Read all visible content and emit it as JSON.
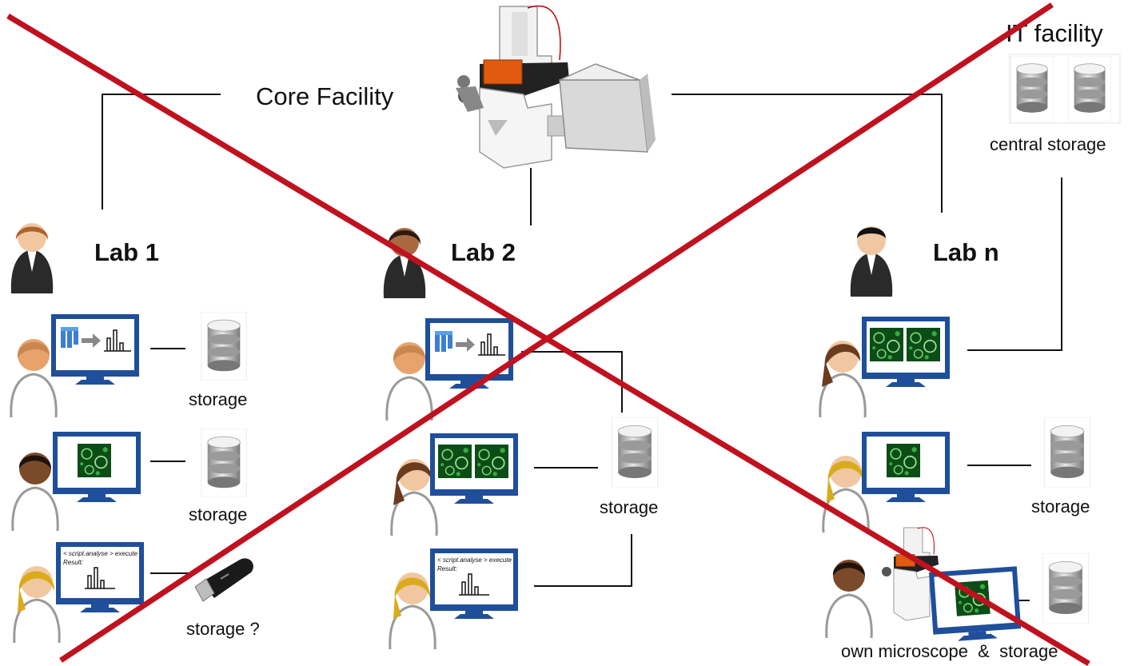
{
  "core_facility": {
    "label": "Core Facility"
  },
  "it_facility": {
    "label": "IT facility",
    "storage_label": "central storage"
  },
  "labs": [
    {
      "name": "Lab 1",
      "storage_labels": [
        "storage",
        "storage",
        "storage ?"
      ]
    },
    {
      "name": "Lab 2",
      "storage_label": "storage"
    },
    {
      "name": "Lab n",
      "storage_label": "storage",
      "own_label": "own microscope  &  storage"
    }
  ],
  "script_screen": {
    "line1": "< script.analyse > execute",
    "line2": "Result:"
  },
  "colors": {
    "cross": "#c0111f",
    "monitor_frame": "#1f4e9b",
    "cell_image": "#1a7a2a",
    "drive": "#bdbdbd",
    "microscope_accent": "#e06010"
  }
}
